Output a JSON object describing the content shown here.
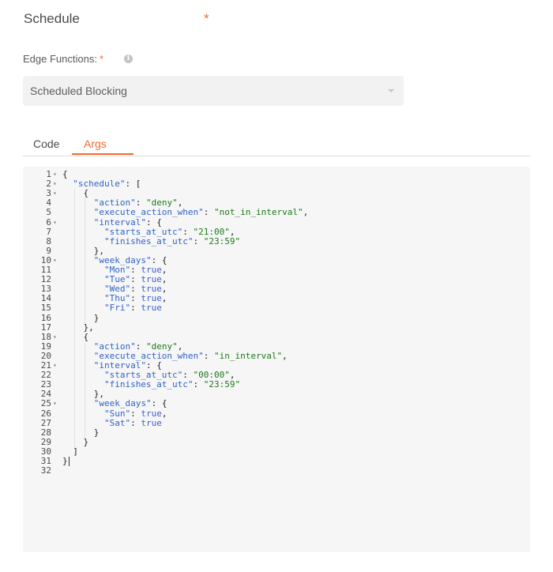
{
  "schedule": {
    "title": "Schedule",
    "required_mark": "*"
  },
  "edge_functions": {
    "label": "Edge Functions:",
    "required_mark": "*",
    "info_icon": "info-icon",
    "selected": "Scheduled Blocking"
  },
  "tabs": [
    {
      "label": "Code",
      "active": false
    },
    {
      "label": "Args",
      "active": true
    }
  ],
  "colors": {
    "accent": "#f26b2a",
    "key": "#2f63c8",
    "string": "#1a7a1a",
    "boolean": "#3c5fd6"
  },
  "editor": {
    "lines": [
      {
        "n": "1",
        "fold": true,
        "indent": 0,
        "tokens": [
          [
            "p",
            "{"
          ]
        ]
      },
      {
        "n": "2",
        "fold": true,
        "indent": 2,
        "tokens": [
          [
            "k",
            "\"schedule\""
          ],
          [
            "p",
            ": ["
          ]
        ]
      },
      {
        "n": "3",
        "fold": true,
        "indent": 4,
        "tokens": [
          [
            "p",
            "{"
          ]
        ]
      },
      {
        "n": "4",
        "fold": false,
        "indent": 6,
        "tokens": [
          [
            "k",
            "\"action\""
          ],
          [
            "p",
            ": "
          ],
          [
            "s",
            "\"deny\""
          ],
          [
            "p",
            ","
          ]
        ]
      },
      {
        "n": "5",
        "fold": false,
        "indent": 6,
        "tokens": [
          [
            "k",
            "\"execute_action_when\""
          ],
          [
            "p",
            ": "
          ],
          [
            "s",
            "\"not_in_interval\""
          ],
          [
            "p",
            ","
          ]
        ]
      },
      {
        "n": "6",
        "fold": true,
        "indent": 6,
        "tokens": [
          [
            "k",
            "\"interval\""
          ],
          [
            "p",
            ": {"
          ]
        ]
      },
      {
        "n": "7",
        "fold": false,
        "indent": 8,
        "tokens": [
          [
            "k",
            "\"starts_at_utc\""
          ],
          [
            "p",
            ": "
          ],
          [
            "s",
            "\"21:00\""
          ],
          [
            "p",
            ","
          ]
        ]
      },
      {
        "n": "8",
        "fold": false,
        "indent": 8,
        "tokens": [
          [
            "k",
            "\"finishes_at_utc\""
          ],
          [
            "p",
            ": "
          ],
          [
            "s",
            "\"23:59\""
          ]
        ]
      },
      {
        "n": "9",
        "fold": false,
        "indent": 6,
        "tokens": [
          [
            "p",
            "},"
          ]
        ]
      },
      {
        "n": "10",
        "fold": true,
        "indent": 6,
        "tokens": [
          [
            "k",
            "\"week_days\""
          ],
          [
            "p",
            ": {"
          ]
        ]
      },
      {
        "n": "11",
        "fold": false,
        "indent": 8,
        "tokens": [
          [
            "k",
            "\"Mon\""
          ],
          [
            "p",
            ": "
          ],
          [
            "b",
            "true"
          ],
          [
            "p",
            ","
          ]
        ]
      },
      {
        "n": "12",
        "fold": false,
        "indent": 8,
        "tokens": [
          [
            "k",
            "\"Tue\""
          ],
          [
            "p",
            ": "
          ],
          [
            "b",
            "true"
          ],
          [
            "p",
            ","
          ]
        ]
      },
      {
        "n": "13",
        "fold": false,
        "indent": 8,
        "tokens": [
          [
            "k",
            "\"Wed\""
          ],
          [
            "p",
            ": "
          ],
          [
            "b",
            "true"
          ],
          [
            "p",
            ","
          ]
        ]
      },
      {
        "n": "14",
        "fold": false,
        "indent": 8,
        "tokens": [
          [
            "k",
            "\"Thu\""
          ],
          [
            "p",
            ": "
          ],
          [
            "b",
            "true"
          ],
          [
            "p",
            ","
          ]
        ]
      },
      {
        "n": "15",
        "fold": false,
        "indent": 8,
        "tokens": [
          [
            "k",
            "\"Fri\""
          ],
          [
            "p",
            ": "
          ],
          [
            "b",
            "true"
          ]
        ]
      },
      {
        "n": "16",
        "fold": false,
        "indent": 6,
        "tokens": [
          [
            "p",
            "}"
          ]
        ]
      },
      {
        "n": "17",
        "fold": false,
        "indent": 4,
        "tokens": [
          [
            "p",
            "},"
          ]
        ]
      },
      {
        "n": "18",
        "fold": true,
        "indent": 4,
        "tokens": [
          [
            "p",
            "{"
          ]
        ]
      },
      {
        "n": "19",
        "fold": false,
        "indent": 6,
        "tokens": [
          [
            "k",
            "\"action\""
          ],
          [
            "p",
            ": "
          ],
          [
            "s",
            "\"deny\""
          ],
          [
            "p",
            ","
          ]
        ]
      },
      {
        "n": "20",
        "fold": false,
        "indent": 6,
        "tokens": [
          [
            "k",
            "\"execute_action_when\""
          ],
          [
            "p",
            ": "
          ],
          [
            "s",
            "\"in_interval\""
          ],
          [
            "p",
            ","
          ]
        ]
      },
      {
        "n": "21",
        "fold": true,
        "indent": 6,
        "tokens": [
          [
            "k",
            "\"interval\""
          ],
          [
            "p",
            ": {"
          ]
        ]
      },
      {
        "n": "22",
        "fold": false,
        "indent": 8,
        "tokens": [
          [
            "k",
            "\"starts_at_utc\""
          ],
          [
            "p",
            ": "
          ],
          [
            "s",
            "\"00:00\""
          ],
          [
            "p",
            ","
          ]
        ]
      },
      {
        "n": "23",
        "fold": false,
        "indent": 8,
        "tokens": [
          [
            "k",
            "\"finishes_at_utc\""
          ],
          [
            "p",
            ": "
          ],
          [
            "s",
            "\"23:59\""
          ]
        ]
      },
      {
        "n": "24",
        "fold": false,
        "indent": 6,
        "tokens": [
          [
            "p",
            "},"
          ]
        ]
      },
      {
        "n": "25",
        "fold": true,
        "indent": 6,
        "tokens": [
          [
            "k",
            "\"week_days\""
          ],
          [
            "p",
            ": {"
          ]
        ]
      },
      {
        "n": "26",
        "fold": false,
        "indent": 8,
        "tokens": [
          [
            "k",
            "\"Sun\""
          ],
          [
            "p",
            ": "
          ],
          [
            "b",
            "true"
          ],
          [
            "p",
            ","
          ]
        ]
      },
      {
        "n": "27",
        "fold": false,
        "indent": 8,
        "tokens": [
          [
            "k",
            "\"Sat\""
          ],
          [
            "p",
            ": "
          ],
          [
            "b",
            "true"
          ]
        ]
      },
      {
        "n": "28",
        "fold": false,
        "indent": 6,
        "tokens": [
          [
            "p",
            "}"
          ]
        ]
      },
      {
        "n": "29",
        "fold": false,
        "indent": 4,
        "tokens": [
          [
            "p",
            "}"
          ]
        ]
      },
      {
        "n": "30",
        "fold": false,
        "indent": 2,
        "tokens": [
          [
            "p",
            "]"
          ]
        ]
      },
      {
        "n": "31",
        "fold": false,
        "indent": 0,
        "tokens": [
          [
            "p",
            "}"
          ]
        ]
      },
      {
        "n": "32",
        "fold": false,
        "indent": 0,
        "tokens": []
      }
    ]
  }
}
